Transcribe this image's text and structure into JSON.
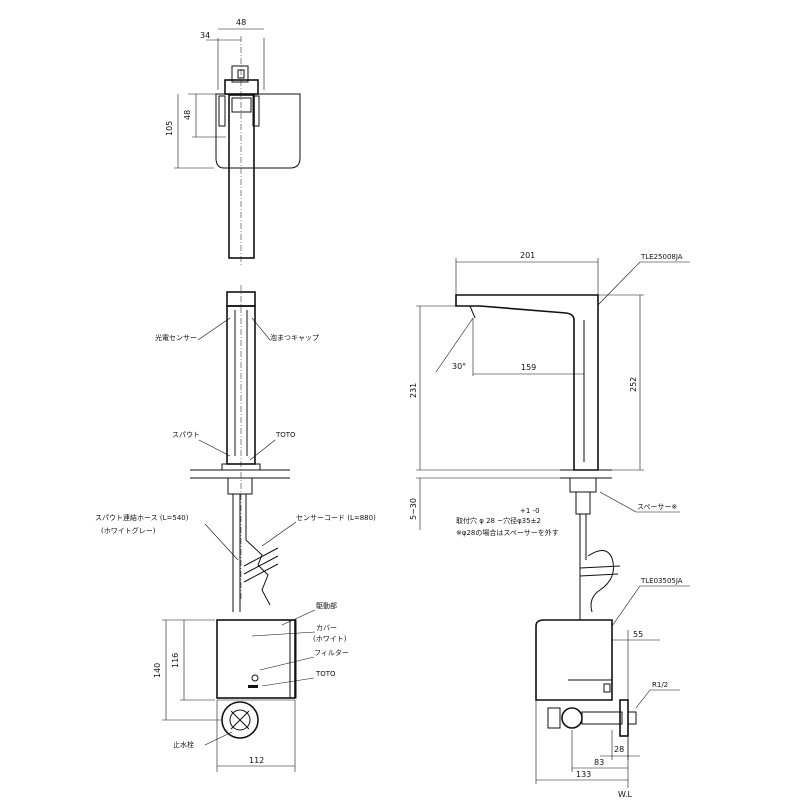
{
  "top_view": {
    "dim_48_top": "48",
    "dim_34": "34",
    "dim_48_side": "48",
    "dim_105": "105"
  },
  "front_view": {
    "label_sensor": "光電センサー",
    "label_cap": "泡まつキャップ",
    "label_spout": "スパウト",
    "label_toto": "TOTO",
    "label_hose": "スパウト連結ホース (L=540)",
    "label_hose_color": "(ホワイトグレー)",
    "label_cord": "センサーコード (L=880)",
    "label_drive": "駆動部",
    "label_cover": "カバー",
    "label_cover_color": "(ホワイト)",
    "label_filter": "フィルター",
    "label_toto_unit": "TOTO",
    "label_stopcock": "止水栓",
    "dim_140": "140",
    "dim_116": "116",
    "dim_112": "112"
  },
  "side_view": {
    "model_top": "TLE25008JA",
    "model_bottom": "TLE03505JA",
    "dim_201": "201",
    "dim_159": "159",
    "dim_231": "231",
    "dim_252": "252",
    "dim_5_30": "5~30",
    "angle": "30°",
    "hole_note": "取付穴  φ 28  ~穴径φ35±2",
    "tol_note": "+1\n-0",
    "spacer_note": "※φ28の場合はスペーサーを外す",
    "label_spacer": "スペーサー※",
    "dim_55": "55",
    "dim_r12": "R1/2",
    "dim_28": "28",
    "dim_83": "83",
    "dim_133": "133",
    "label_wl": "W.L"
  }
}
